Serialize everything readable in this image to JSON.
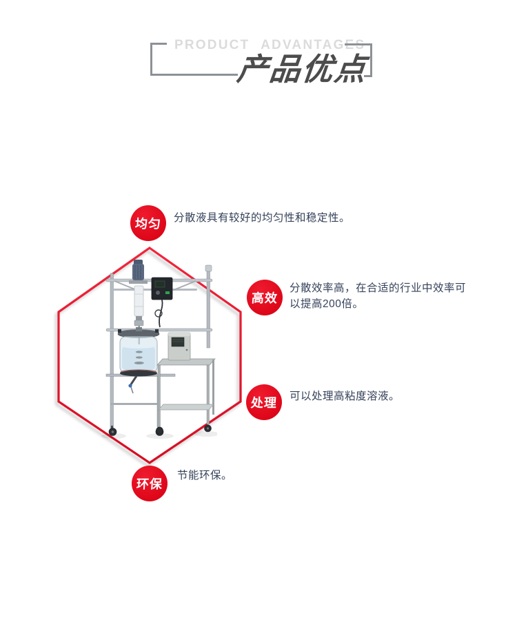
{
  "header": {
    "title_en": "PRODUCT ADVANTAGES",
    "title_cn": "产品优点"
  },
  "colors": {
    "badge_red": "#e30b1e",
    "hexagon_red": "#e2142a",
    "bracket_gray": "#8c9196",
    "title_en_gray": "#dbdbdb",
    "title_cn_gray": "#4c4c4c",
    "body_text": "#35425a"
  },
  "advantages": [
    {
      "badge": "均匀",
      "lines": [
        "分散液具有较好的均匀性和稳定性。"
      ]
    },
    {
      "badge": "高效",
      "lines": [
        "分散效率高，在合适的行业中效率可",
        "以提高200倍。"
      ]
    },
    {
      "badge": "处理",
      "lines": [
        "可以处理高粘度溶液。"
      ]
    },
    {
      "badge": "环保",
      "lines": [
        "节能环保。"
      ]
    }
  ],
  "product_image": {
    "name": "glass-reactor-machine-photo"
  }
}
